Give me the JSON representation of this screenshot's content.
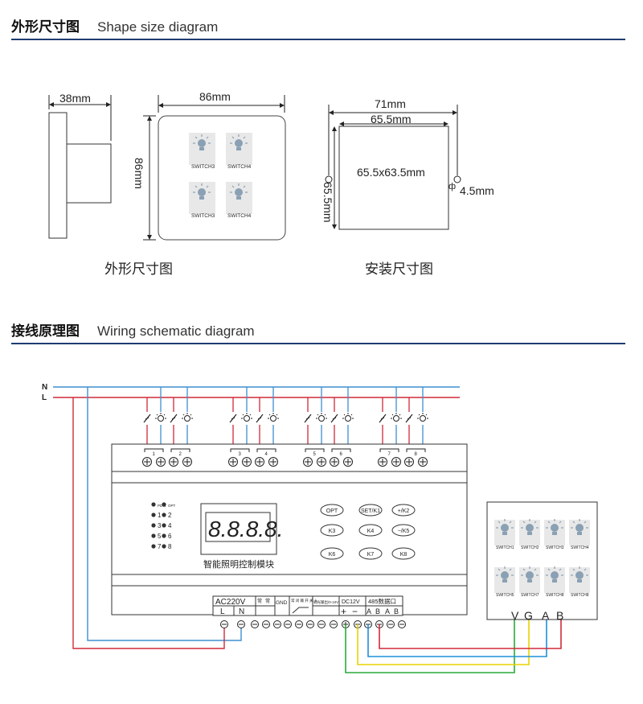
{
  "section1": {
    "title_cn": "外形尺寸图",
    "title_en": "Shape size diagram"
  },
  "dims": {
    "side_depth": "38mm",
    "front_width": "86mm",
    "front_height": "86mm",
    "install_width": "71mm",
    "install_inner_width": "65.5mm",
    "install_size": "65.5x63.5mm",
    "install_height": "65.5mm",
    "hole_prefix": "ф",
    "hole_size": "4.5mm"
  },
  "panel_buttons": [
    {
      "label": "SWITCH3"
    },
    {
      "label": "SWITCH4"
    },
    {
      "label": "SWITCH3"
    },
    {
      "label": "SWITCH4"
    }
  ],
  "captions": {
    "shape": "外形尺寸图",
    "install": "安装尺寸图"
  },
  "section2": {
    "title_cn": "接线原理图",
    "title_en": "Wiring schematic diagram"
  },
  "bus": {
    "n": "N",
    "l": "L"
  },
  "module": {
    "name": "智能照明控制模块",
    "display": "8.8.8.8.",
    "indicators": [
      {
        "label": "PDW"
      },
      {
        "label": "OPT"
      },
      {
        "label": "1"
      },
      {
        "label": "2"
      },
      {
        "label": "3"
      },
      {
        "label": "4"
      },
      {
        "label": "5"
      },
      {
        "label": "6"
      },
      {
        "label": "7"
      },
      {
        "label": "8"
      }
    ],
    "keys": [
      "OPT",
      "SET/K1",
      "+/K2",
      "K3",
      "K4",
      "−/K5",
      "K6",
      "K7",
      "K8"
    ],
    "relay_numbers": [
      "1",
      "2",
      "3",
      "4",
      "5",
      "6",
      "7",
      "8"
    ],
    "bottom_labels": {
      "ac": "AC220V",
      "l": "L",
      "n": "N",
      "in1": "常",
      "in2": "常",
      "gnd": "GND",
      "sw": "常 闭 输 开 关 入",
      "out": "调光输出/0-10V",
      "dc": "DC12V",
      "plus": "+",
      "minus": "−",
      "rs485": "485数据口",
      "a1": "A",
      "b1": "B",
      "a2": "A",
      "b2": "B"
    }
  },
  "remote_panel": {
    "buttons": [
      "SWITCH1",
      "SWITCH2",
      "SWITCH3",
      "SWITCH4",
      "SWITCH5",
      "SWITCH7",
      "SWITCH8",
      "SWITCH8"
    ],
    "terminals": [
      "V",
      "G",
      "A",
      "B"
    ]
  },
  "colors": {
    "accent": "#1e3c72",
    "wire_n": "#3f8fd0",
    "wire_l": "#d02a3a",
    "wire_v": "#d02a3a",
    "wire_g": "#e8d200",
    "wire_a": "#1e90d8",
    "wire_b": "#2aa83a"
  }
}
